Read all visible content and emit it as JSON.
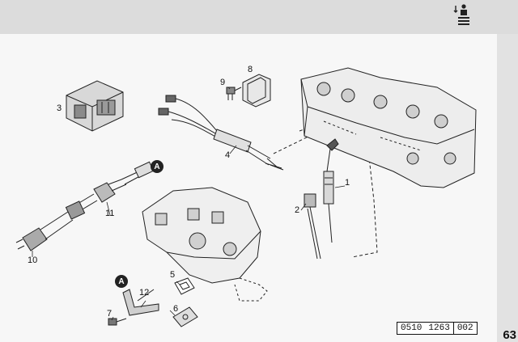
{
  "page_number": "63",
  "reference": {
    "part1": "0510",
    "part2": "1263",
    "part3": "002"
  },
  "markers": {
    "a1": "A",
    "a2": "A"
  },
  "labels": {
    "l1": "1",
    "l2": "2",
    "l3": "3",
    "l4": "4",
    "l5": "5",
    "l6": "6",
    "l7": "7",
    "l8": "8",
    "l9": "9",
    "l10": "10",
    "l11": "11",
    "l12": "12"
  },
  "icons": {
    "header": "engine-service-icon"
  },
  "colors": {
    "ink": "#222222",
    "paper": "#f7f7f7",
    "shade": "#dcdcdc"
  }
}
